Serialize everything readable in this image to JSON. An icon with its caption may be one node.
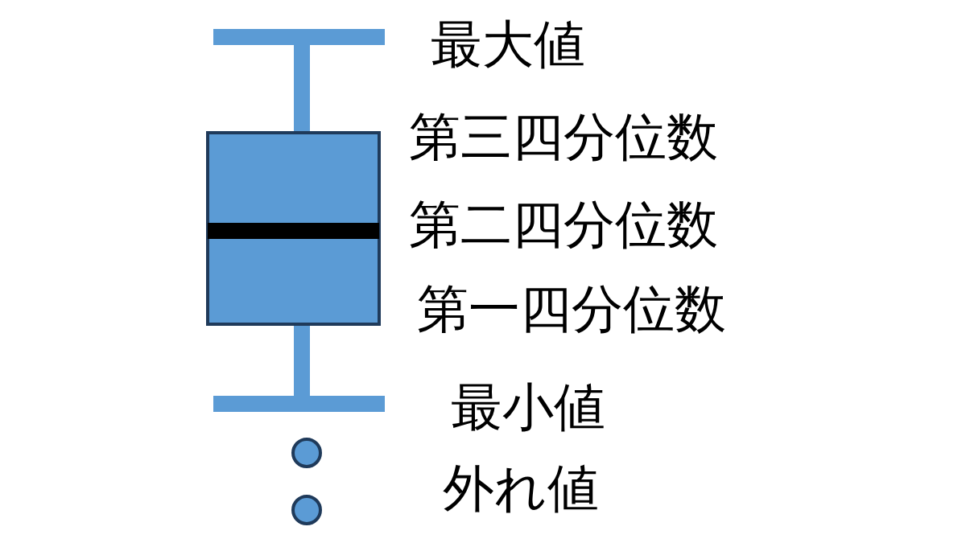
{
  "diagram": {
    "labels": [
      "最大値",
      "第三四分位数",
      "第二四分位数",
      "第一四分位数",
      "最小値",
      "外れ値"
    ]
  }
}
